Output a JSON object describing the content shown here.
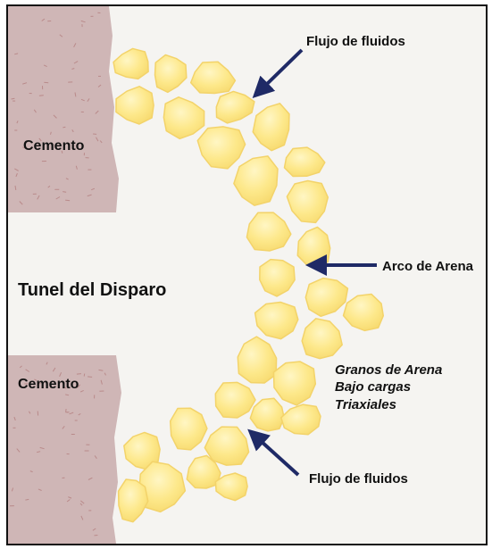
{
  "labels": {
    "cement_top": "Cemento",
    "cement_bottom": "Cemento",
    "tunnel": "Tunel del Disparo",
    "flow_top": "Flujo de fluidos",
    "flow_bottom": "Flujo de fluidos",
    "sand_arch": "Arco de Arena",
    "grains_line1": "Granos de Arena",
    "grains_line2": "Bajo cargas",
    "grains_line3": "Triaxiales"
  },
  "colors": {
    "background": "#f5f4f1",
    "cement": "#cfb6b6",
    "cement_fleck": "#b98a8a",
    "grain": "#fde88a",
    "grain_edge": "#f3d36a",
    "grain_highlight": "#fff6c4",
    "arrow": "#1f2a66",
    "frame": "#111111"
  }
}
